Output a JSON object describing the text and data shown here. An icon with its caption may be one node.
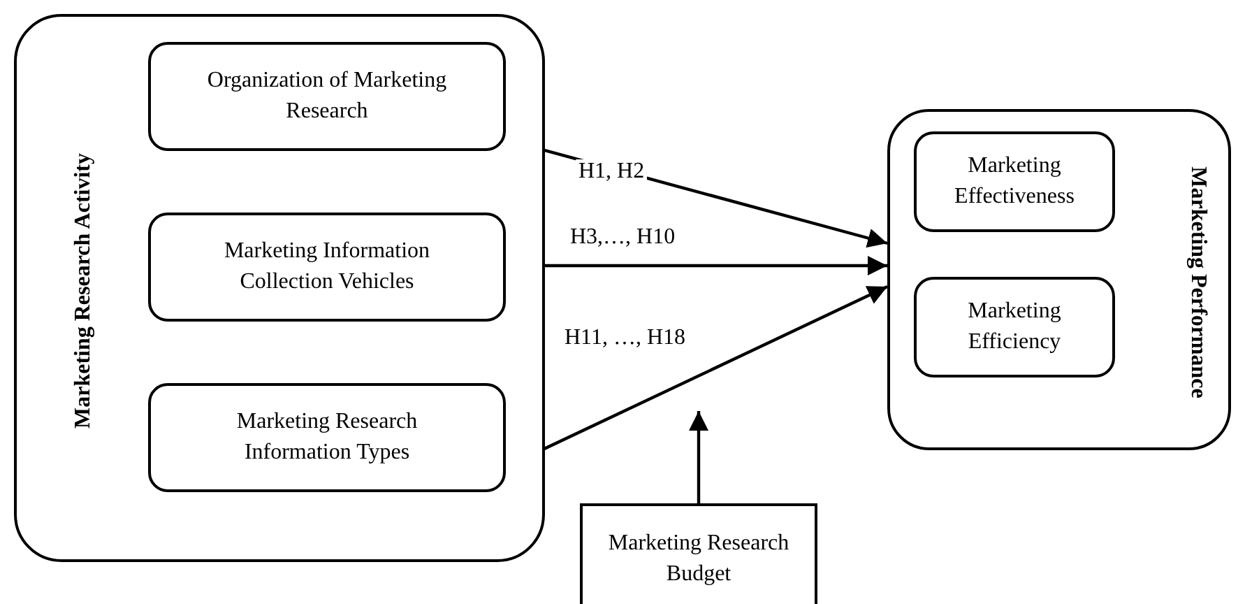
{
  "diagram": {
    "nodes": [
      {
        "text": [
          "Marketing Research Activity"
        ]
      },
      {
        "text": [
          "Organization of Marketing Research"
        ],
        "in": 0
      },
      {
        "text": [
          "Marketing Information Collection Vehicles"
        ],
        "in": 0
      },
      {
        "text": [
          "Marketing Research Information Types"
        ],
        "in": 0
      },
      {
        "text": [
          "Marketing Performance"
        ]
      },
      {
        "text": [
          "Marketing Effectiveness"
        ],
        "in": 4
      },
      {
        "text": [
          "Marketing Efficiency"
        ],
        "in": 4
      },
      {
        "text": [
          "Marketing Research Budget"
        ]
      }
    ],
    "edges": [
      {
        "from": 1,
        "to": 4,
        "arrow": "to",
        "label": "H1, H2"
      },
      {
        "from": 2,
        "to": 4,
        "arrow": "to",
        "label": "H3,…, H10"
      },
      {
        "from": 3,
        "to": 4,
        "arrow": "to",
        "label": "H11, …, H18"
      },
      {
        "from": 7,
        "to": null,
        "arrow": "to"
      }
    ]
  }
}
